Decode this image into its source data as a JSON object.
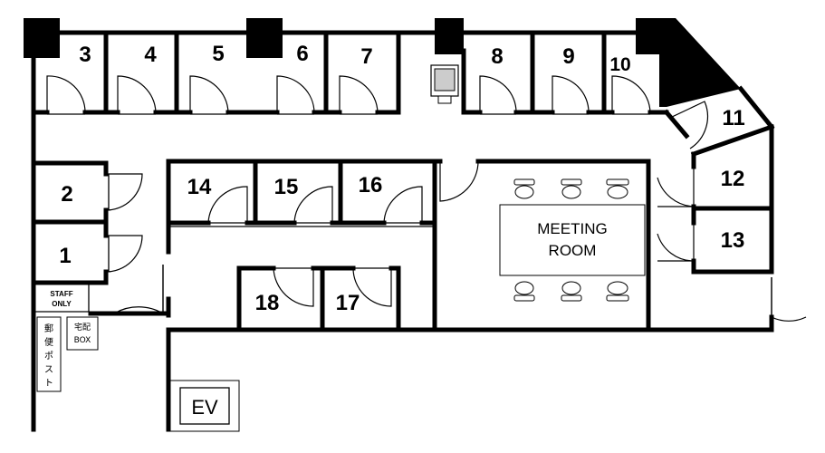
{
  "rooms": [
    {
      "id": "3",
      "label": "3"
    },
    {
      "id": "4",
      "label": "4"
    },
    {
      "id": "5",
      "label": "5"
    },
    {
      "id": "6",
      "label": "6"
    },
    {
      "id": "7",
      "label": "7"
    },
    {
      "id": "8",
      "label": "8"
    },
    {
      "id": "9",
      "label": "9"
    },
    {
      "id": "10",
      "label": "10"
    },
    {
      "id": "11",
      "label": "11"
    },
    {
      "id": "12",
      "label": "12"
    },
    {
      "id": "13",
      "label": "13"
    },
    {
      "id": "14",
      "label": "14"
    },
    {
      "id": "15",
      "label": "15"
    },
    {
      "id": "16",
      "label": "16"
    },
    {
      "id": "2",
      "label": "2"
    },
    {
      "id": "1",
      "label": "1"
    },
    {
      "id": "18",
      "label": "18"
    },
    {
      "id": "17",
      "label": "17"
    }
  ],
  "meeting_room": {
    "line1": "MEETING",
    "line2": "ROOM"
  },
  "staff_only": {
    "line1": "STAFF",
    "line2": "ONLY"
  },
  "delivery_box": {
    "line1": "宅配",
    "line2": "BOX"
  },
  "mailbox": {
    "chars": [
      "郵",
      "便",
      "ポ",
      "ス",
      "ト"
    ]
  },
  "elevator": {
    "label": "EV"
  }
}
